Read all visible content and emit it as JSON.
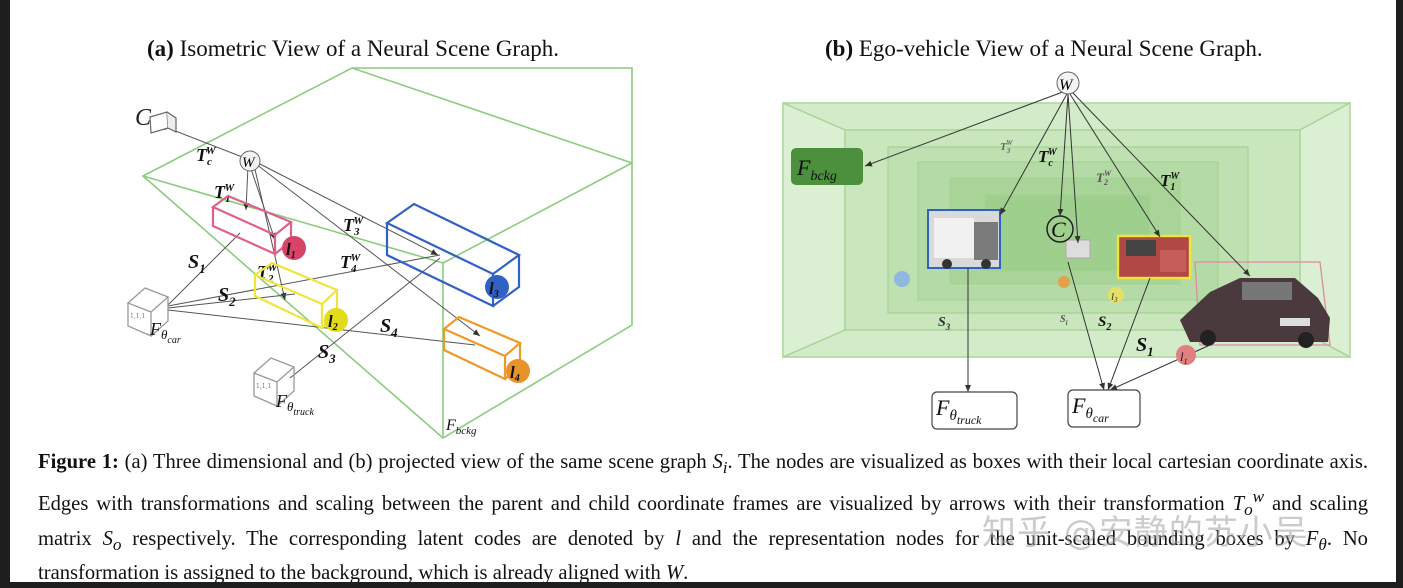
{
  "panel_a": {
    "title_bold": "(a)",
    "title_text": "Isometric View of a Neural Scene Graph.",
    "labels": {
      "camera": "C",
      "world": "W",
      "tc": "T",
      "tc_sub": "c",
      "tc_sup": "W",
      "t1": "T",
      "t1_sub": "1",
      "t1_sup": "W",
      "t2": "T",
      "t2_sub": "2",
      "t2_sup": "W",
      "t3": "T",
      "t3_sub": "3",
      "t3_sup": "W",
      "t4": "T",
      "t4_sub": "4",
      "t4_sup": "W",
      "s1": "S",
      "s1_sub": "1",
      "s2": "S",
      "s2_sub": "2",
      "s3": "S",
      "s3_sub": "3",
      "s4": "S",
      "s4_sub": "4",
      "l1": "l",
      "l1_sub": "1",
      "l2": "l",
      "l2_sub": "2",
      "l3": "l",
      "l3_sub": "3",
      "l4": "l",
      "l4_sub": "4",
      "f_car": "F",
      "f_car_sub": "θ",
      "f_car_subsub": "car",
      "f_truck": "F",
      "f_truck_sub": "θ",
      "f_truck_subsub": "truck",
      "f_bckg": "F",
      "f_bckg_sub": "bckg",
      "cube_tag": "1,1,1"
    }
  },
  "panel_b": {
    "title_bold": "(b)",
    "title_text": "Ego-vehicle View of a Neural Scene Graph.",
    "labels": {
      "world": "W",
      "camera": "C",
      "f_bckg": "F",
      "f_bckg_sub": "bckg",
      "tc": "T",
      "tc_sub": "c",
      "tc_sup": "W",
      "t1": "T",
      "t1_sub": "1",
      "t1_sup": "W",
      "t2": "T",
      "t2_sub": "2",
      "t2_sup": "W",
      "t3": "T",
      "t3_sub": "3",
      "t3_sup": "W",
      "s1": "S",
      "s1_sub": "1",
      "s2": "S",
      "s2_sub": "2",
      "s3": "S",
      "s3_sub": "3",
      "s_small": "S",
      "s_small_sub": "i",
      "l1": "l",
      "l1_sub": "1",
      "l3": "l",
      "l3_sub": "3",
      "f_truck": "F",
      "f_truck_sub": "θ",
      "f_truck_subsub": "truck",
      "f_car": "F",
      "f_car_sub": "θ",
      "f_car_subsub": "car"
    }
  },
  "caption": {
    "label": "Figure 1:",
    "part1": " (a) Three dimensional and (b) projected view of the same scene graph ",
    "sym_s": "S",
    "sym_s_sub": "i",
    "part2": ". The nodes are visualized as boxes with their local cartesian coordinate axis. Edges with transformations and scaling between the parent and child coordinate frames are visualized by arrows with their transformation ",
    "sym_t": "T",
    "sym_t_sub": "o",
    "sym_t_sup": "w",
    "part3": " and scaling matrix ",
    "sym_so": "S",
    "sym_so_sub": "o",
    "part4": " respectively. The corresponding latent codes are denoted by ",
    "sym_l": "l",
    "part5": " and the representation nodes for the unit-scaled bounding boxes by ",
    "sym_f": "F",
    "sym_f_sub": "θ",
    "part6": ". No transformation is assigned to the background, which is already aligned with ",
    "sym_w": "W",
    "part7": "."
  },
  "watermark": "知乎 @安静的苏小吴",
  "colors": {
    "green": "#7fc06e",
    "green_fill": "#c7e5bd",
    "green_dark": "#4c8f3c",
    "pink": "#e0608a",
    "l1_fill": "#d8436a",
    "yellow": "#f0e53a",
    "l2_fill": "#e2dc1a",
    "blue": "#2f62c4",
    "l3_fill": "#2f62c4",
    "orange": "#f0982a",
    "l4_fill": "#e8922a",
    "gray": "#888888"
  }
}
